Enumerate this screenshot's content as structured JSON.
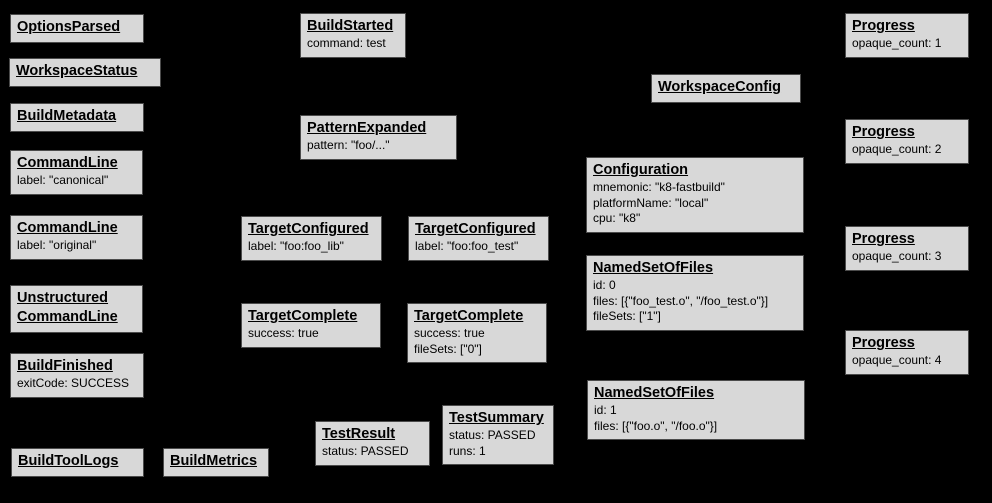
{
  "colors": {
    "background": "#000000",
    "node_fill": "#d8d8d8",
    "node_border": "#4b4b4b",
    "text": "#000000"
  },
  "nodes": {
    "options_parsed": {
      "title": "OptionsParsed",
      "fields": []
    },
    "workspace_status": {
      "title": "WorkspaceStatus",
      "fields": []
    },
    "build_metadata": {
      "title": "BuildMetadata",
      "fields": []
    },
    "command_line_canonical": {
      "title": "CommandLine",
      "fields": [
        "label: \"canonical\""
      ]
    },
    "command_line_original": {
      "title": "CommandLine",
      "fields": [
        "label: \"original\""
      ]
    },
    "unstructured_command_line": {
      "title": "Unstructured",
      "title2": "CommandLine",
      "fields": []
    },
    "build_finished": {
      "title": "BuildFinished",
      "fields": [
        "exitCode: SUCCESS"
      ]
    },
    "build_tool_logs": {
      "title": "BuildToolLogs",
      "fields": []
    },
    "build_metrics": {
      "title": "BuildMetrics",
      "fields": []
    },
    "build_started": {
      "title": "BuildStarted",
      "fields": [
        "command: test"
      ]
    },
    "pattern_expanded": {
      "title": "PatternExpanded",
      "fields": [
        "pattern: \"foo/...\""
      ]
    },
    "target_configured_lib": {
      "title": "TargetConfigured",
      "fields": [
        "label: \"foo:foo_lib\""
      ]
    },
    "target_configured_test": {
      "title": "TargetConfigured",
      "fields": [
        "label: \"foo:foo_test\""
      ]
    },
    "target_complete_lib": {
      "title": "TargetComplete",
      "fields": [
        "success: true"
      ]
    },
    "target_complete_test": {
      "title": "TargetComplete",
      "fields": [
        "success: true",
        "fileSets: [\"0\"]"
      ]
    },
    "test_result": {
      "title": "TestResult",
      "fields": [
        "status: PASSED"
      ]
    },
    "test_summary": {
      "title": "TestSummary",
      "fields": [
        "status: PASSED",
        "runs: 1"
      ]
    },
    "workspace_config": {
      "title": "WorkspaceConfig",
      "fields": []
    },
    "configuration": {
      "title": "Configuration",
      "fields": [
        "mnemonic: \"k8-fastbuild\"",
        "platformName: \"local\"",
        "cpu: \"k8\""
      ]
    },
    "named_set_of_files_0": {
      "title": "NamedSetOfFiles",
      "fields": [
        "id: 0",
        "files: [{\"foo_test.o\", \"/foo_test.o\"}]",
        "fileSets: [\"1\"]"
      ]
    },
    "named_set_of_files_1": {
      "title": "NamedSetOfFiles",
      "fields": [
        "id: 1",
        "files: [{\"foo.o\", \"/foo.o\"}]"
      ]
    },
    "progress_1": {
      "title": "Progress",
      "fields": [
        "opaque_count: 1"
      ]
    },
    "progress_2": {
      "title": "Progress",
      "fields": [
        "opaque_count: 2"
      ]
    },
    "progress_3": {
      "title": "Progress",
      "fields": [
        "opaque_count: 3"
      ]
    },
    "progress_4": {
      "title": "Progress",
      "fields": [
        "opaque_count: 4"
      ]
    }
  }
}
